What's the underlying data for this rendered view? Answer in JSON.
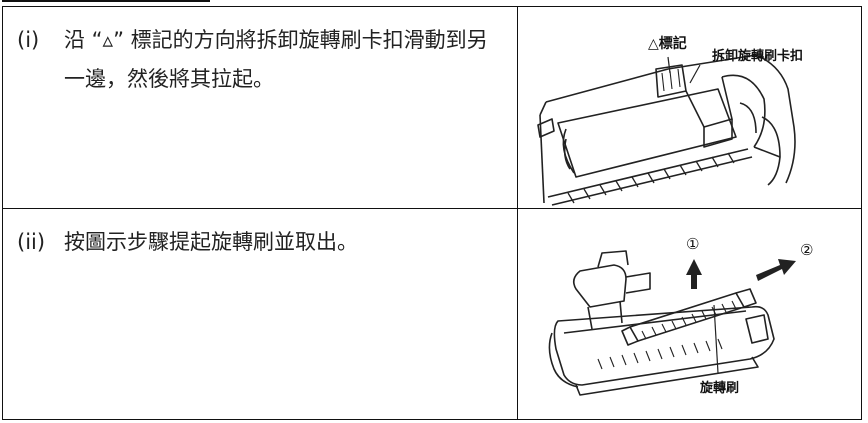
{
  "steps": [
    {
      "number": "(i)",
      "text": "沿 “▵” 標記的方向將拆卸旋轉刷卡扣滑動到另一邊，然後將其拉起。",
      "figure": {
        "mark_label": "△標記",
        "clip_label": "拆卸旋轉刷卡扣"
      }
    },
    {
      "number": "(ii)",
      "text": "按圖示步驟提起旋轉刷並取出。",
      "figure": {
        "step1_label": "①",
        "step2_label": "②",
        "brush_label": "旋轉刷"
      }
    }
  ]
}
